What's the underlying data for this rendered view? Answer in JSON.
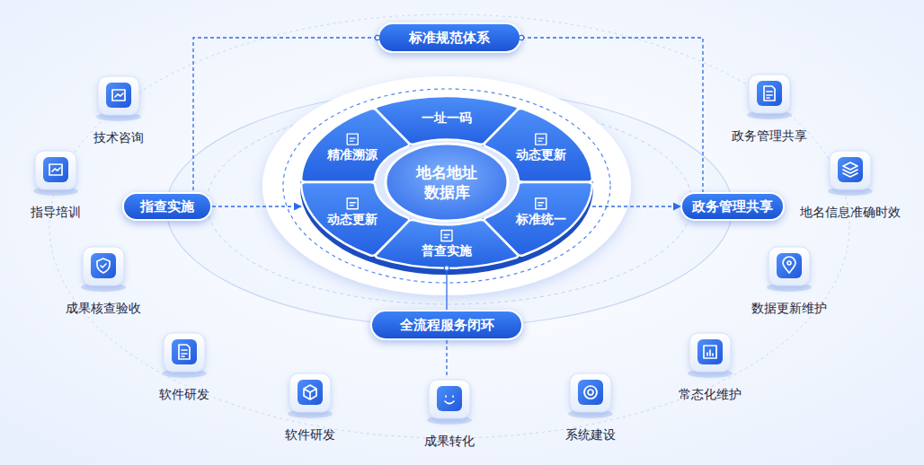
{
  "diagram": {
    "nodes": [
      {
        "text": [
          "标准规范体系"
        ]
      },
      {
        "text": [
          "技术咨询"
        ]
      },
      {
        "text": [
          "政务管理共享"
        ]
      },
      {
        "text": [
          "指导培训"
        ]
      },
      {
        "text": [
          "指查实施"
        ]
      },
      {
        "text": [
          "一址一码"
        ]
      },
      {
        "text": [
          "精准溯源"
        ]
      },
      {
        "text": [
          "地名地址 数据库"
        ]
      },
      {
        "text": [
          "动态更新"
        ]
      },
      {
        "text": [
          "动态更新"
        ]
      },
      {
        "text": [
          "标准统一"
        ]
      },
      {
        "text": [
          "普查实施"
        ]
      },
      {
        "text": [
          "政务管理共享"
        ]
      },
      {
        "text": [
          "地名信息准确时效"
        ]
      },
      {
        "text": [
          "成果核查验收"
        ]
      },
      {
        "text": [
          "数据更新维护"
        ]
      },
      {
        "text": [
          "全流程服务闭环"
        ]
      },
      {
        "text": [
          "软件研发"
        ]
      },
      {
        "text": [
          "常态化维护"
        ]
      },
      {
        "text": [
          "软件研发"
        ]
      },
      {
        "text": [
          "成果转化"
        ]
      },
      {
        "text": [
          "系统建设"
        ]
      }
    ],
    "edges": [
      {
        "from": 0,
        "to": 4,
        "arrow": "none"
      },
      {
        "from": 0,
        "to": 12,
        "arrow": "none"
      },
      {
        "from": 4,
        "to": 9,
        "arrow": "to"
      },
      {
        "from": 10,
        "to": 12,
        "arrow": "to"
      },
      {
        "from": 11,
        "to": 16,
        "arrow": "none"
      },
      {
        "from": 16,
        "to": 20,
        "arrow": "none"
      }
    ]
  }
}
